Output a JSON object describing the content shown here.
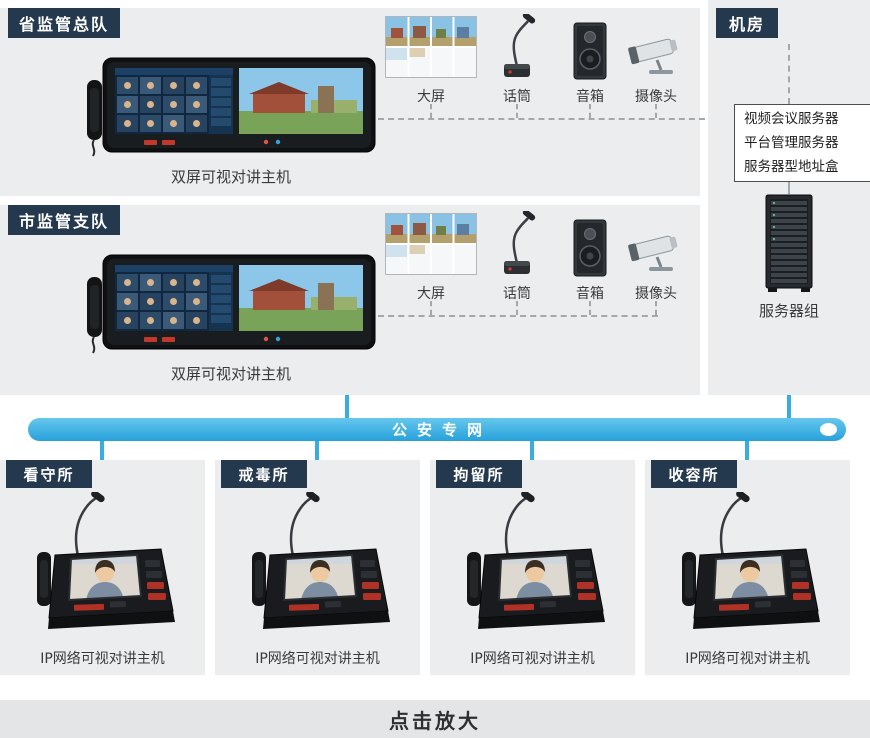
{
  "panels": {
    "provincial": {
      "title": "省监管总队",
      "device_label": "双屏可视对讲主机",
      "peripherals": [
        "大屏",
        "话筒",
        "音箱",
        "摄像头"
      ]
    },
    "municipal": {
      "title": "市监管支队",
      "device_label": "双屏可视对讲主机",
      "peripherals": [
        "大屏",
        "话筒",
        "音箱",
        "摄像头"
      ]
    },
    "machine_room": {
      "title": "机房",
      "server_box_lines": [
        "视频会议服务器",
        "平台管理服务器",
        "服务器型地址盒"
      ],
      "server_label": "服务器组"
    }
  },
  "network_bar": {
    "label": "公安专网"
  },
  "stations": [
    {
      "title": "看守所",
      "device_label": "IP网络可视对讲主机"
    },
    {
      "title": "戒毒所",
      "device_label": "IP网络可视对讲主机"
    },
    {
      "title": "拘留所",
      "device_label": "IP网络可视对讲主机"
    },
    {
      "title": "收容所",
      "device_label": "IP网络可视对讲主机"
    }
  ],
  "footer": {
    "label": "点击放大"
  },
  "icons": {
    "video_wall": "video-wall-icon",
    "microphone": "gooseneck-microphone-icon",
    "speaker": "speaker-icon",
    "camera": "cctv-camera-icon",
    "server_rack": "server-rack-icon",
    "dual_screen_intercom": "dual-screen-intercom-device",
    "ip_intercom": "ip-video-intercom-device"
  },
  "colors": {
    "tab_background": "#24384e",
    "panel_background": "#ecedef",
    "network_bar_blue": "#39aede",
    "dashed_line": "#a3a8ad",
    "footer_background": "#e3e5e7"
  }
}
